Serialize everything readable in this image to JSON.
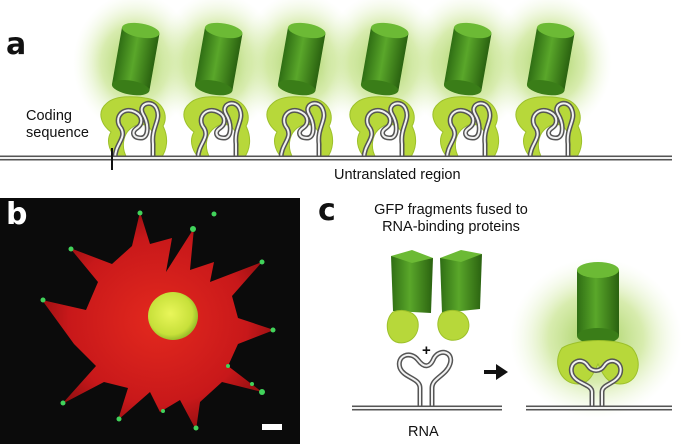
{
  "panels": {
    "a": {
      "letter": "a",
      "label_coding": [
        "Coding",
        "sequence"
      ],
      "label_untranslated": "Untranslated region",
      "unit_count": 6,
      "colors": {
        "glow": "#9ccc4a",
        "cylinder": "#4f9a22",
        "binding_protein": "#b8d93a",
        "rna": "#8a8a8a"
      }
    },
    "b": {
      "letter": "b",
      "colors": {
        "background": "#0b0b0b",
        "cell": "#d21d17",
        "nucleus": "#cfe63a",
        "granules": "#3fd05a",
        "scale_bar": "#ffffff"
      }
    },
    "c": {
      "letter": "c",
      "caption_lines": [
        "GFP fragments fused to",
        "RNA-binding proteins"
      ],
      "plus_symbol": "+",
      "arrow_icon": "arrow-right",
      "rna_label": "RNA"
    }
  }
}
